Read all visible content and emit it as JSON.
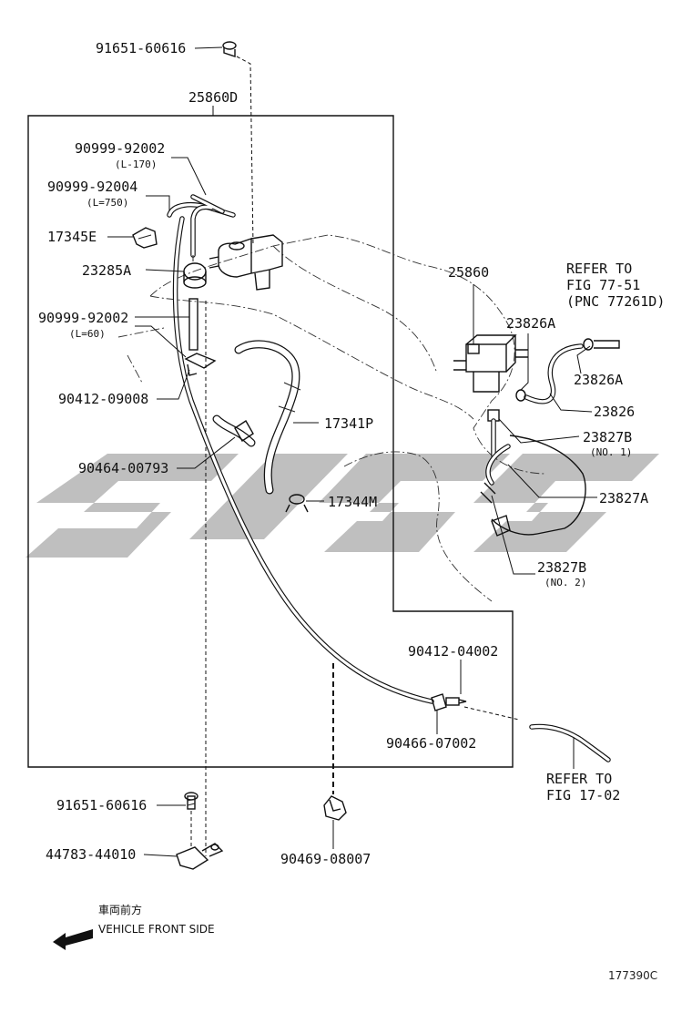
{
  "labels": {
    "bolt_top": "91651-60616",
    "assy": "25860D",
    "hose_a": "90999-92002",
    "hose_a_len": "(L-170)",
    "hose_b": "90999-92004",
    "hose_b_len": "(L=750)",
    "clamp_e": "17345E",
    "filter_a": "23285A",
    "hose_c": "90999-92002",
    "hose_c_len": "(L=60)",
    "clip_9008": "90412-09008",
    "clamp_0793": "90464-00793",
    "hose_17341p": "17341P",
    "clamp_17344m": "17344M",
    "vsv": "25860",
    "refer_1a": "REFER TO",
    "refer_1b": "FIG 77-51",
    "refer_1c": "(PNC 77261D)",
    "clamp_23826a_top": "23826A",
    "clamp_23826a_bot": "23826A",
    "hose_23826": "23826",
    "hose_23827b_1": "23827B",
    "hose_23827b_1_note": "(NO. 1)",
    "hose_23827a": "23827A",
    "hose_23827b_2": "23827B",
    "hose_23827b_2_note": "(NO. 2)",
    "clip_4002": "90412-04002",
    "clamp_7002": "90466-07002",
    "refer_2a": "REFER TO",
    "refer_2b": "FIG 17-02",
    "bolt_bottom": "91651-60616",
    "bracket": "44783-44010",
    "clip_8007": "90469-08007",
    "front_jp": "車両前方",
    "front_en": "VEHICLE FRONT SIDE",
    "fig_code": "177390C"
  }
}
